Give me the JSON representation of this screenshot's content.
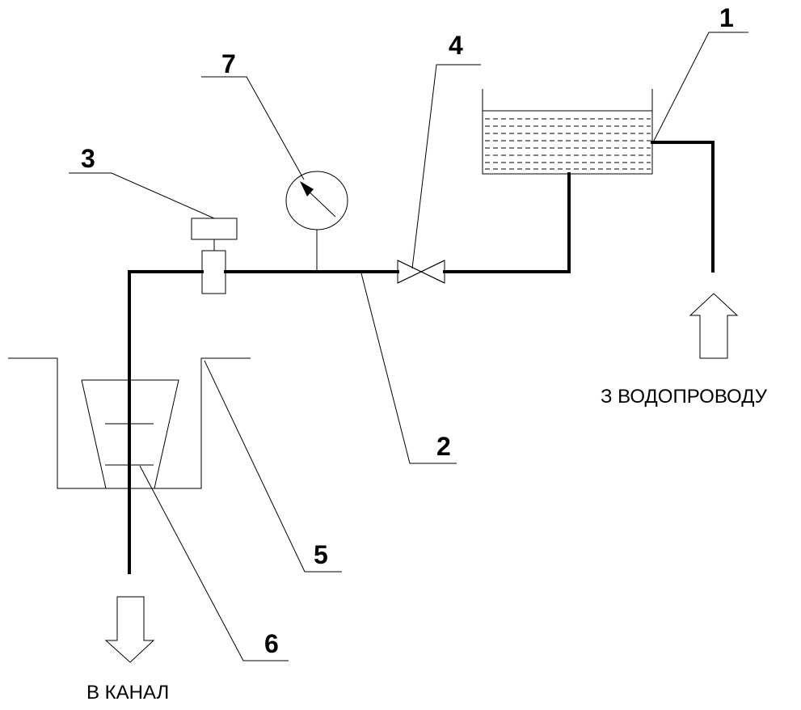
{
  "labels": {
    "n1": "1",
    "n2": "2",
    "n3": "3",
    "n4": "4",
    "n5": "5",
    "n6": "6",
    "n7": "7"
  },
  "captions": {
    "inlet": "З ВОДОПРОВОДУ",
    "outlet": "В КАНАЛ"
  }
}
